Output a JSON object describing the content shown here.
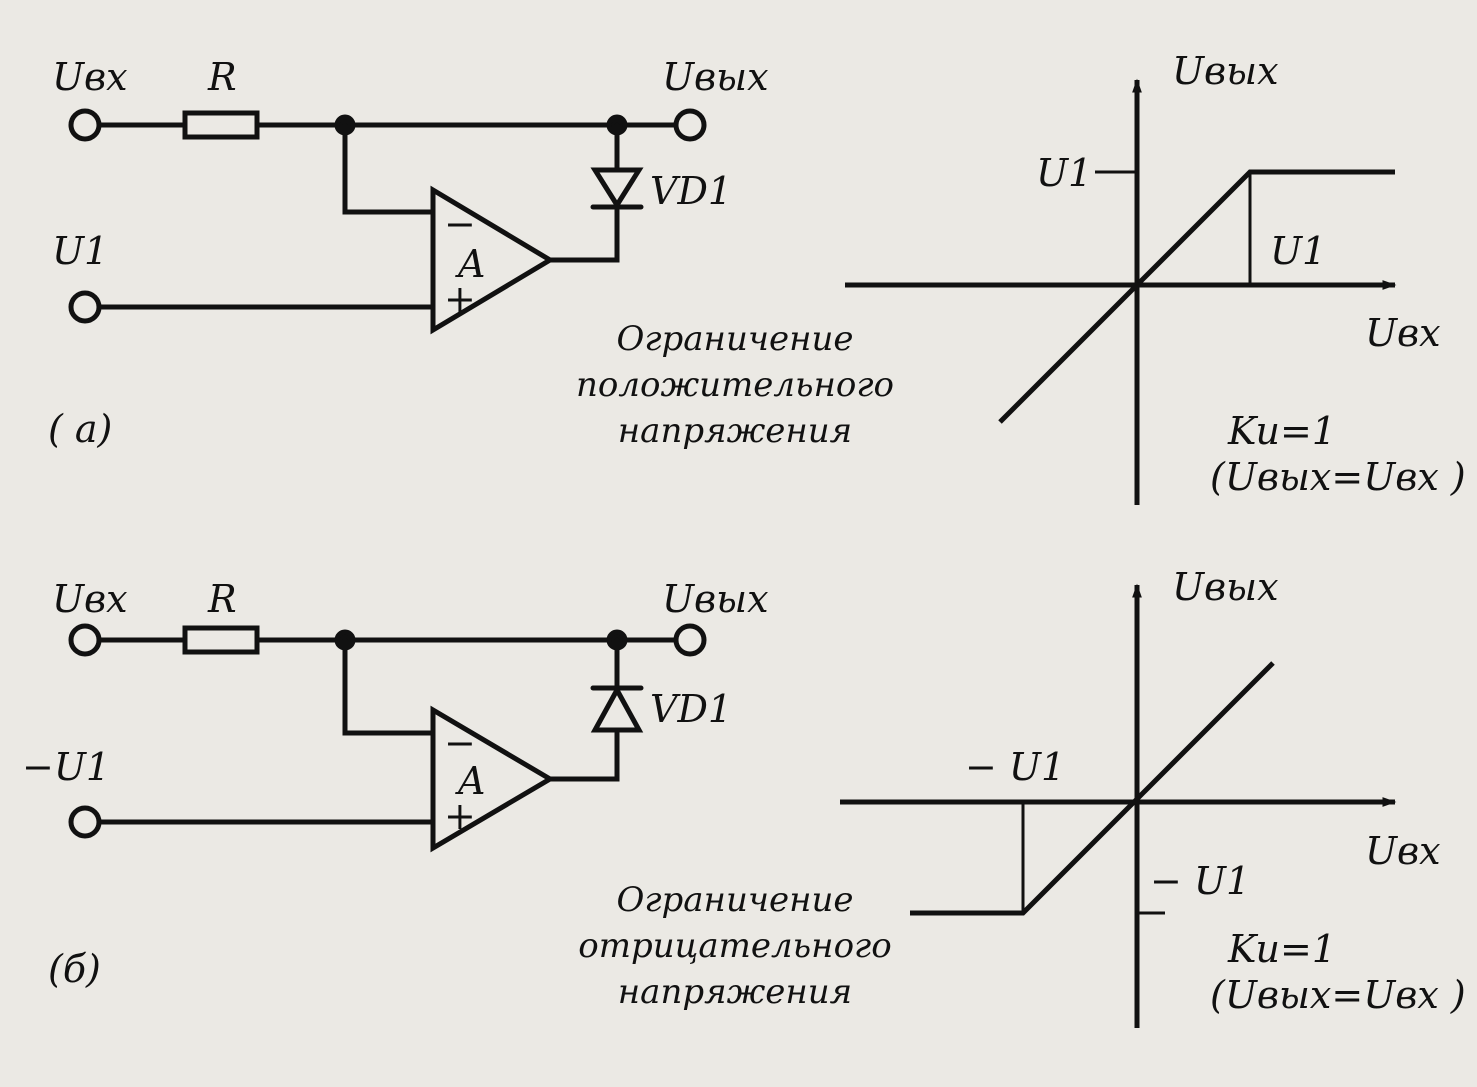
{
  "colors": {
    "paper": "#ebe9e4",
    "ink": "#111111"
  },
  "circuit_a": {
    "in_label": "Uвх",
    "resistor_label": "R",
    "out_label": "Uвых",
    "diode_label": "VD1",
    "ref_label": "U1",
    "opamp_label": "A",
    "minus_sign": "−",
    "plus_sign": "+",
    "caption": [
      "Ограничение",
      "положительного",
      "напряжения"
    ],
    "tag": "( а)"
  },
  "graph_a": {
    "y_label": "Uвых",
    "x_label": "Uвх",
    "level_label": "U1",
    "x_mark_label": "U1",
    "gain": "Ku=1",
    "relation": "(Uвых=Uвх )"
  },
  "circuit_b": {
    "in_label": "Uвх",
    "resistor_label": "R",
    "out_label": "Uвых",
    "diode_label": "VD1",
    "ref_label": "−U1",
    "opamp_label": "A",
    "minus_sign": "−",
    "plus_sign": "+",
    "caption": [
      "Ограничение",
      "отрицательного",
      "напряжения"
    ],
    "tag": "(б)"
  },
  "graph_b": {
    "y_label": "Uвых",
    "x_label": "Uвх",
    "level_label": "− U1",
    "x_mark_label": "− U1",
    "gain": "Ku=1",
    "relation": "(Uвых=Uвх )"
  }
}
